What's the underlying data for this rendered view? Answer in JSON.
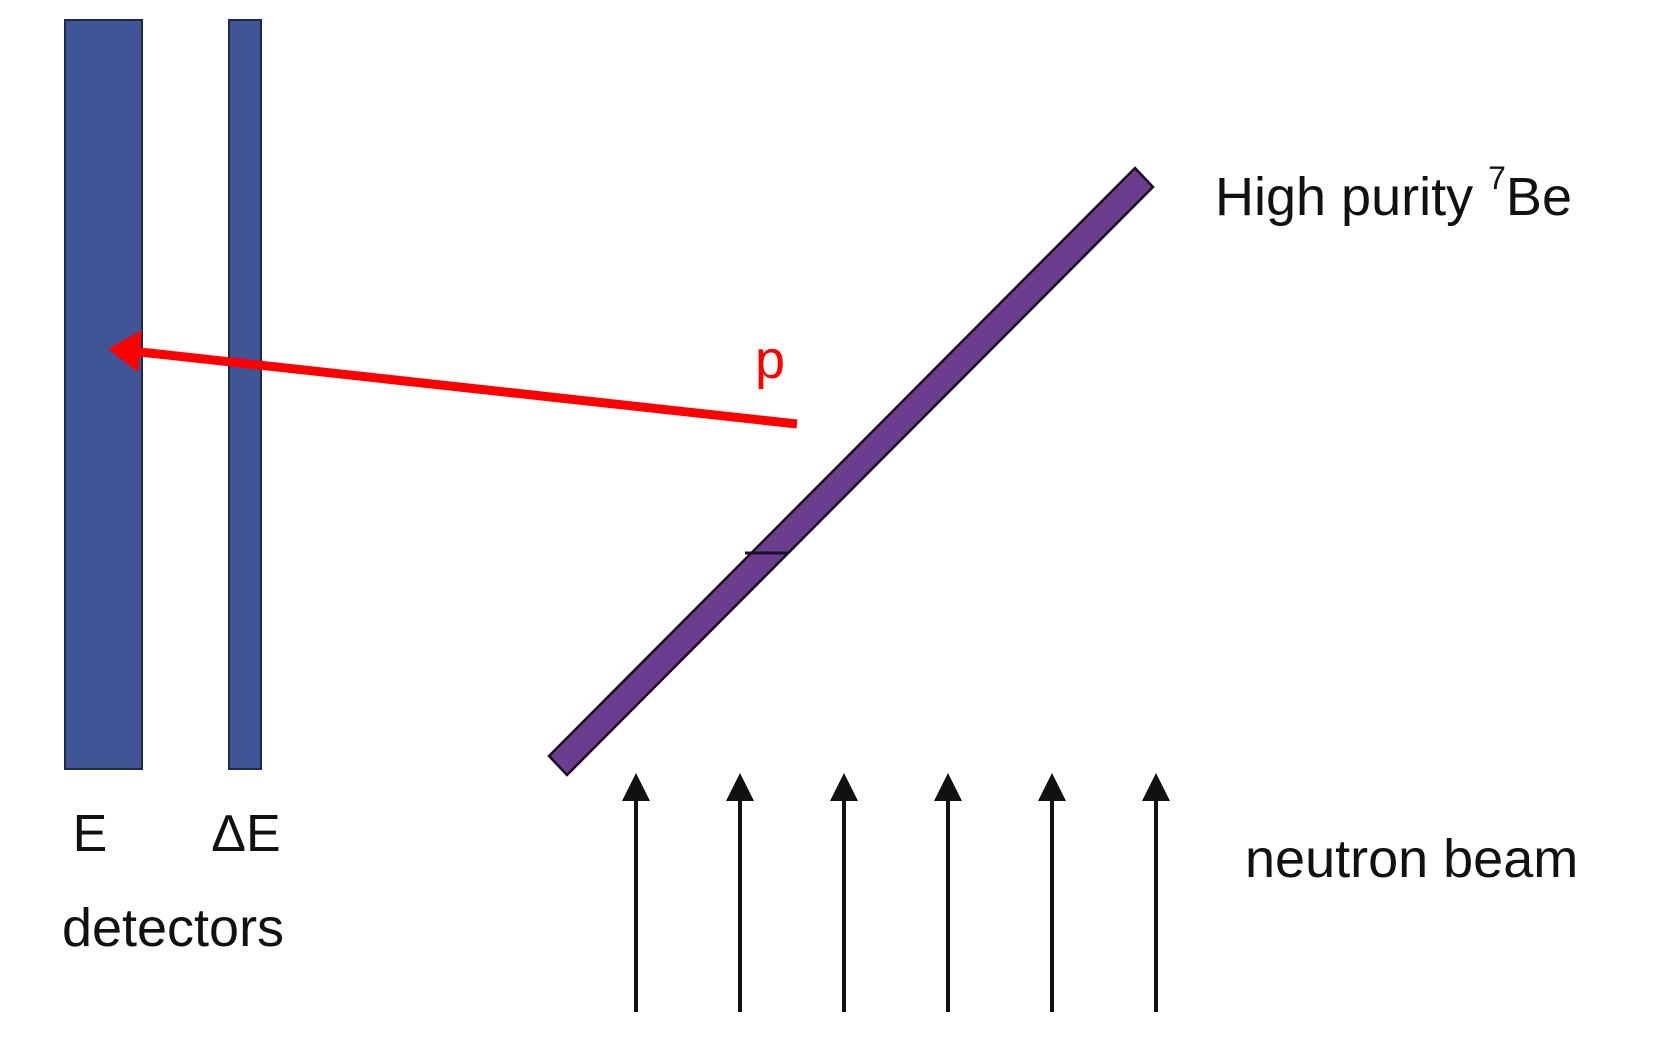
{
  "labels": {
    "detector_e": "E",
    "detector_delta_e": "ΔE",
    "detectors": "detectors",
    "proton": "p",
    "target_prefix": "High purity ",
    "target_mass_number": "7",
    "target_element": "Be",
    "beam": "neutron beam"
  },
  "colors": {
    "detector_fill": "#3f5595",
    "detector_stroke": "#1e2a4a",
    "target_fill": "#6a3d8f",
    "target_stroke": "#1a1020",
    "proton_track": "#ff0000",
    "beam_arrows": "#111111",
    "text": "#111111"
  },
  "icons": {
    "beam_arrow": "arrow-up-icon",
    "proton_arrow": "arrow-left-icon"
  },
  "beam": {
    "arrow_count": 6
  }
}
